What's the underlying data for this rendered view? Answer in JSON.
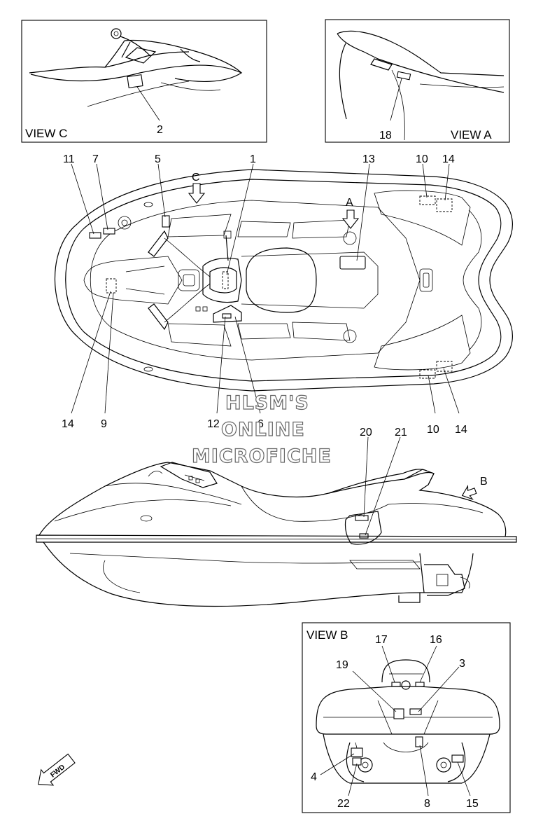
{
  "views": {
    "c": "VIEW C",
    "a": "VIEW A",
    "b": "VIEW B"
  },
  "arrows": {
    "c": "C",
    "a": "A",
    "b": "B",
    "fwd": "FWD"
  },
  "callouts": {
    "n1": "1",
    "n2": "2",
    "n3": "3",
    "n4": "4",
    "n5": "5",
    "n6": "6",
    "n7": "7",
    "n8": "8",
    "n9": "9",
    "n10a": "10",
    "n10b": "10",
    "n11": "11",
    "n12": "12",
    "n13": "13",
    "n14a": "14",
    "n14b": "14",
    "n14c": "14",
    "n15": "15",
    "n16": "16",
    "n17": "17",
    "n18": "18",
    "n19": "19",
    "n20": "20",
    "n21": "21",
    "n22": "22"
  },
  "watermark": {
    "line1": "HLSM'S",
    "line2": "ONLINE",
    "line3": "MICROFICHE"
  }
}
